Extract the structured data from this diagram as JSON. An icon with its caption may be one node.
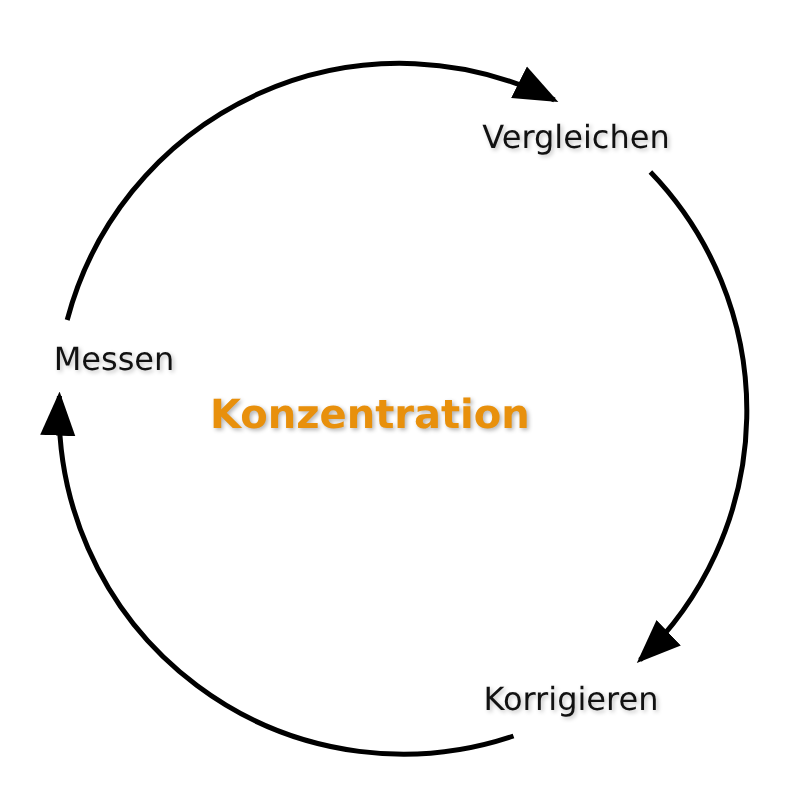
{
  "diagram": {
    "nodes": [
      {
        "text": [
          "Messen"
        ]
      },
      {
        "text": [
          "Vergleichen"
        ]
      },
      {
        "text": [
          "Korrigieren"
        ]
      }
    ],
    "edges": [
      {
        "from": 0,
        "to": 1,
        "arrow": "to"
      },
      {
        "from": 1,
        "to": 2,
        "arrow": "to"
      },
      {
        "from": 2,
        "to": 0,
        "arrow": "to"
      }
    ],
    "labels": [
      "Konzentration"
    ]
  }
}
